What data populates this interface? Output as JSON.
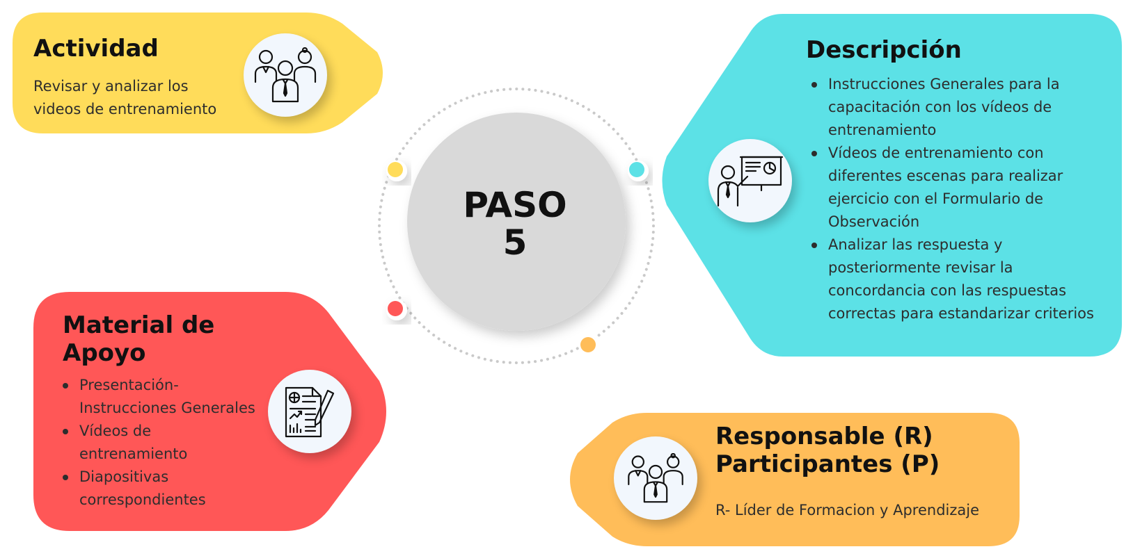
{
  "colors": {
    "actividad": "#ffdc5a",
    "descripcion": "#5ce1e6",
    "material": "#ff5757",
    "responsable": "#ffbd59",
    "center": "#d9d9d9",
    "ring": "#c9c9c9"
  },
  "center": {
    "line1": "PASO",
    "line2": "5"
  },
  "actividad": {
    "title": "Actividad",
    "text_line1": "Revisar  y analizar los",
    "text_line2": "videos de entrenamiento",
    "icon": "team-icon"
  },
  "descripcion": {
    "title": "Descripción",
    "items": [
      {
        "line1": "Instrucciones Generales para la",
        "line2": "capacitación con los vídeos de",
        "line3": "entrenamiento"
      },
      {
        "line1": "Vídeos de entrenamiento con",
        "line2": "diferentes escenas para realizar",
        "line3": "ejercicio con el Formulario de",
        "line4": "Observación"
      },
      {
        "line1": "Analizar las respuesta y",
        "line2": "posteriormente revisar la",
        "line3": "concordancia con las respuestas",
        "line4": "correctas para estandarizar criterios"
      }
    ],
    "icon": "presentation-icon"
  },
  "material": {
    "title_line1": "Material de",
    "title_line2": "Apoyo",
    "items": [
      {
        "line1": "Presentación-",
        "line2": "Instrucciones Generales"
      },
      {
        "line1": "Vídeos de",
        "line2": "entrenamiento"
      },
      {
        "line1": "Diapositivas",
        "line2": "correspondientes"
      }
    ],
    "icon": "report-document-icon"
  },
  "responsable": {
    "title_line1": "Responsable (R)",
    "title_line2": "Participantes (P)",
    "text": "R- Líder de  Formacion y Aprendizaje",
    "icon": "team-icon"
  }
}
